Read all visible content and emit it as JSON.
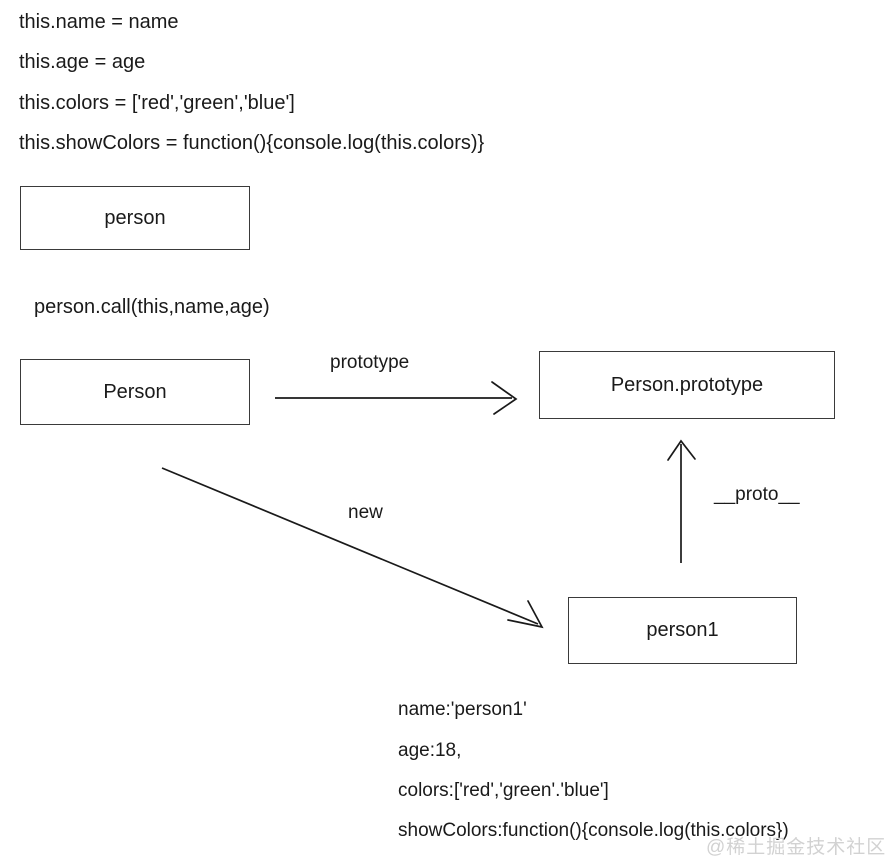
{
  "diagram": {
    "title": "JavaScript prototype chain diagram",
    "background_color": "#ffffff",
    "stroke_color": "#3a3a3a",
    "text_color": "#1a1a1a",
    "constructor_body": [
      "this.name = name",
      "this.age = age",
      "this.colors = ['red','green','blue']",
      "this.showColors = function(){console.log(this.colors)}"
    ],
    "call_expression": "person.call(this,name,age)",
    "nodes": {
      "person": "person",
      "person_constructor": "Person",
      "person_prototype": "Person.prototype",
      "person1": "person1"
    },
    "edges": {
      "prototype": "prototype",
      "new": "new",
      "proto": "__proto__"
    },
    "instance_properties": [
      "name:'person1'",
      "age:18,",
      "colors:['red','green'.'blue']",
      "showColors:function(){console.log(this.colors})"
    ],
    "watermark": "@稀土掘金技术社区"
  }
}
